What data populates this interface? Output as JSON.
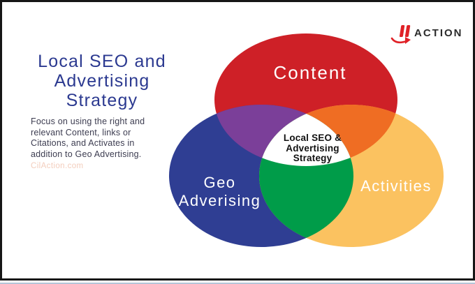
{
  "left_panel": {
    "title_lines": [
      "Local SEO and",
      "Advertising",
      "Strategy"
    ],
    "title_color": "#2b3990",
    "description_lines": [
      "Focus on using the right and",
      "relevant Content, links or",
      "Citations, and Activates in",
      "addition to Geo Advertising."
    ],
    "watermark": "CilAction.com",
    "watermark_color": "#f3cdbc"
  },
  "venn": {
    "content": {
      "label": "Content",
      "color": "#ce2027"
    },
    "geo": {
      "label_lines": [
        "Geo",
        "Adverising"
      ],
      "color": "#2f3e93"
    },
    "activities": {
      "label": "Activities",
      "color": "#fbc260"
    },
    "overlaps": {
      "red_blue": "#7b3f99",
      "red_yellow": "#ef6d23",
      "blue_yellow": "#009c49",
      "center_fill": "#ffffff"
    },
    "center_label_lines": [
      "Local SEO &",
      "Advertising",
      "Strategy"
    ]
  },
  "logo": {
    "text": "ACTION",
    "accent": "#e02127",
    "text_color": "#2b2b2b"
  }
}
